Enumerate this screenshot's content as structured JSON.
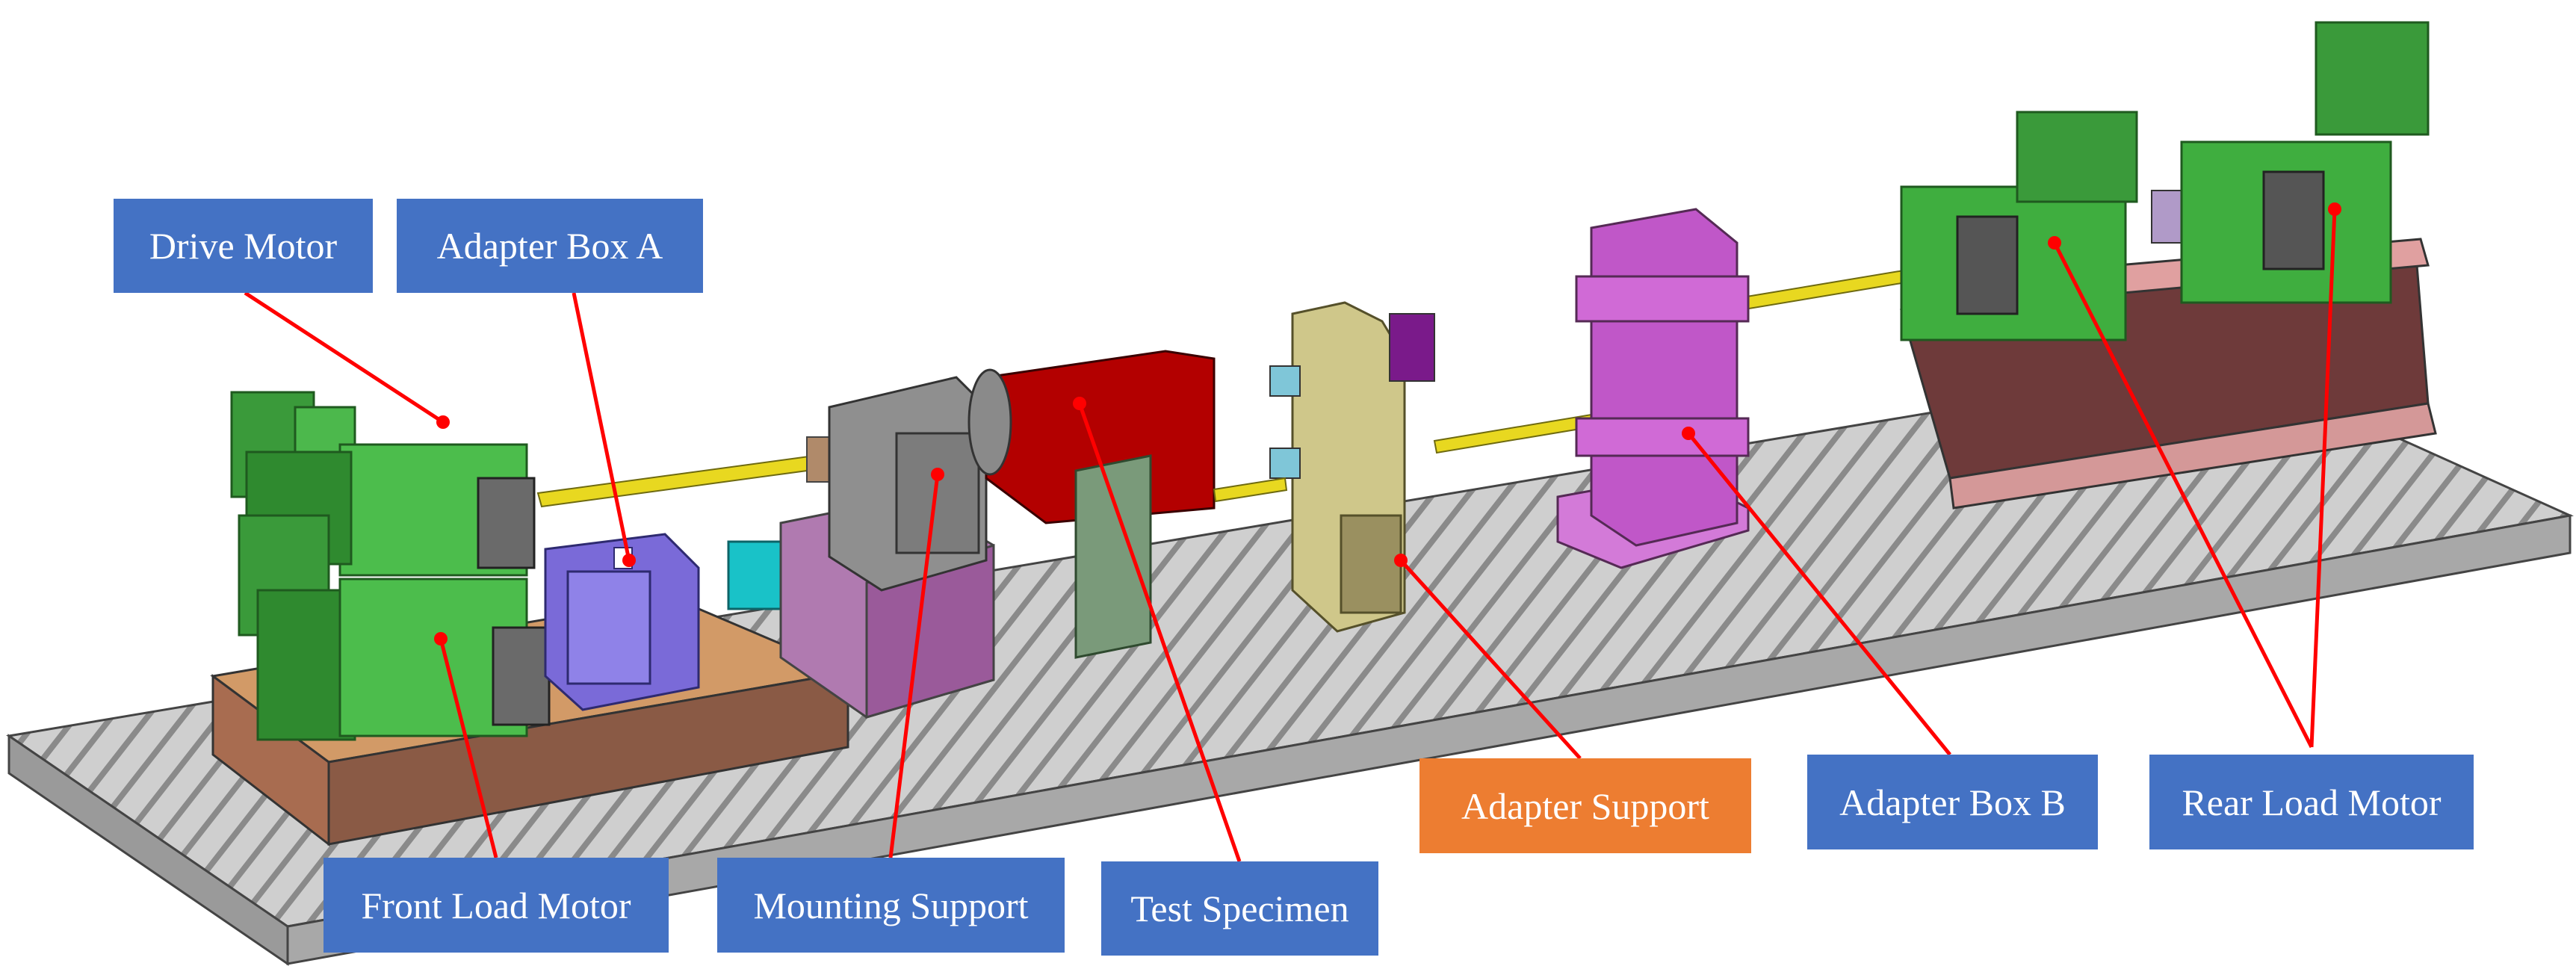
{
  "labels": {
    "drive_motor": "Drive Motor",
    "adapter_box_a": "Adapter Box A",
    "front_load_motor": "Front Load Motor",
    "mounting_support": "Mounting Support",
    "test_specimen": "Test Specimen",
    "adapter_support": "Adapter Support",
    "adapter_box_b": "Adapter Box B",
    "rear_load_motor": "Rear Load Motor"
  },
  "colors": {
    "label_blue": "#4472c4",
    "label_orange": "#ed7d31",
    "leader_red": "#ff0000",
    "motor_green": "#3fae3f",
    "specimen_red": "#b30000",
    "box_purple": "#c057c8",
    "bed_gray": "#bdbdbd"
  }
}
